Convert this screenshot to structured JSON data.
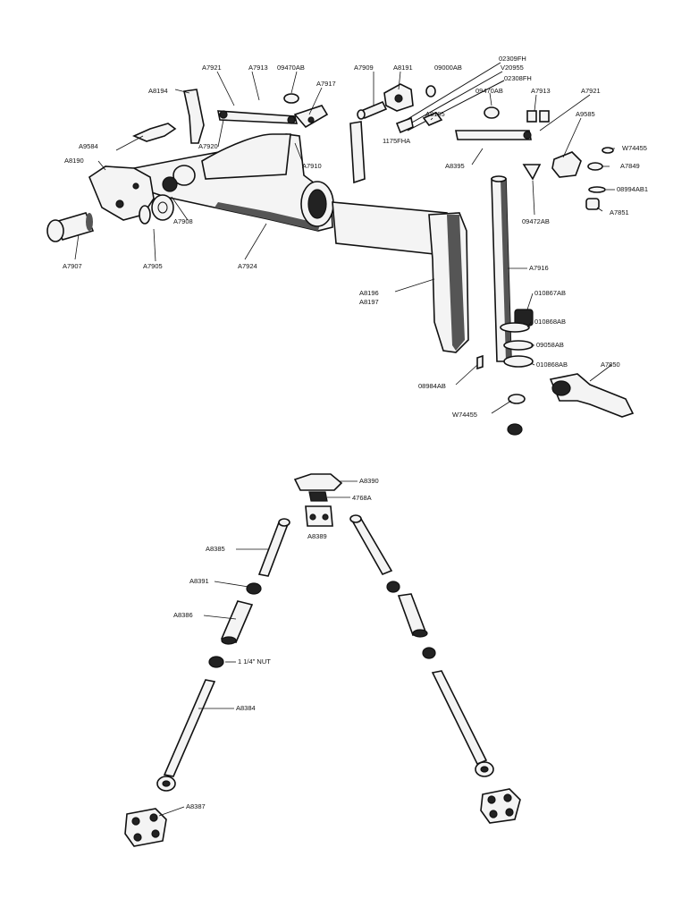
{
  "labels": {
    "A7921_top": "A7921",
    "A7913_top": "A7913",
    "A8194": "A8194",
    "09470AB_top": "09470AB",
    "A7909": "A7909",
    "A8191": "A8191",
    "09000AB": "09000AB",
    "02309FH": "02309FH",
    "V20955": "V20955",
    "02308FH": "02308FH",
    "A7917": "A7917",
    "09470AB_mid": "09470AB",
    "A7913_mid": "A7913",
    "A7921_mid": "A7921",
    "A9584": "A9584",
    "A7920": "A7920",
    "A7910": "A7910",
    "A8195": "A8195",
    "1175FHA": "1175FHA",
    "A9585": "A9585",
    "W74455_top": "W74455",
    "A8190": "A8190",
    "A8395": "A8395",
    "A7849": "A7849",
    "08994AB1": "08994AB1",
    "A7851": "A7851",
    "A7908": "A7908",
    "09472AB": "09472AB",
    "A7907": "A7907",
    "A7905": "A7905",
    "A7924": "A7924",
    "A7916": "A7916",
    "A8196": "A8196",
    "A8197": "A8197",
    "010867AB": "010867AB",
    "010868AB_1": "010868AB",
    "09058AB": "09058AB",
    "010868AB_2": "010868AB",
    "A7850": "A7850",
    "08984AB": "08984AB",
    "W74455_bot": "W74455",
    "A8390": "A8390",
    "4768A": "4768A",
    "A8389": "A8389",
    "A8385": "A8385",
    "A8391": "A8391",
    "A8386": "A8386",
    "nut": "1 1/4\" NUT",
    "A8384": "A8384",
    "A8387": "A8387"
  }
}
